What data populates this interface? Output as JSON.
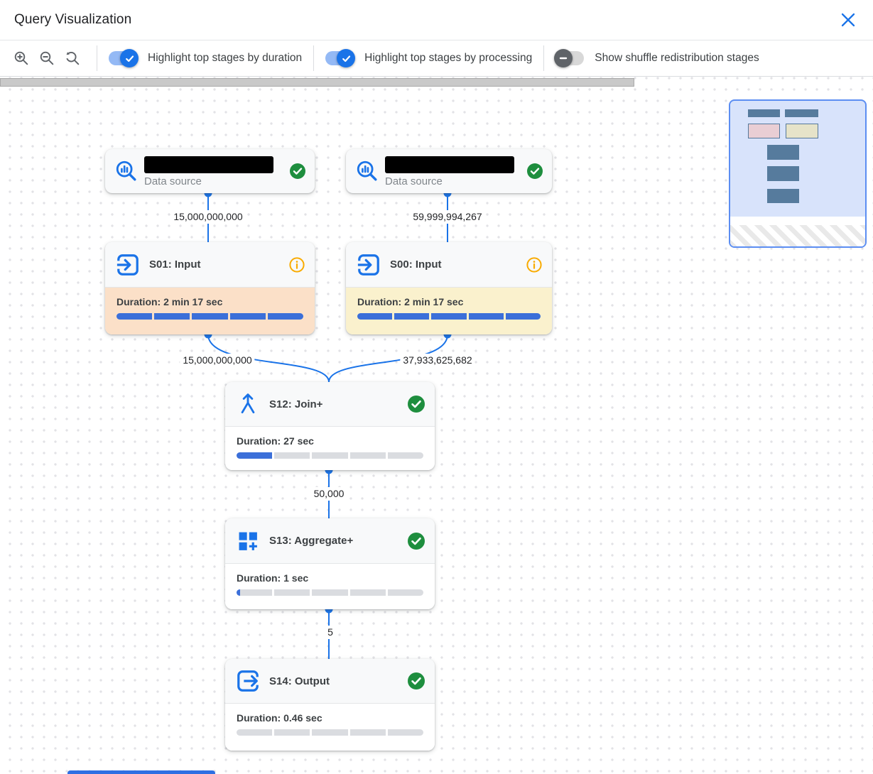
{
  "header": {
    "title": "Query Visualization"
  },
  "toolbar": {
    "zoom_controls": [
      "zoom-in",
      "zoom-out",
      "zoom-reset"
    ],
    "toggles": [
      {
        "label": "Highlight top stages by duration",
        "state": "on"
      },
      {
        "label": "Highlight top stages by processing",
        "state": "on"
      },
      {
        "label": "Show shuffle redistribution stages",
        "state": "off"
      }
    ]
  },
  "graph": {
    "data_sources": [
      {
        "label": "Data source",
        "name_redacted": true,
        "status": "completed"
      },
      {
        "label": "Data source",
        "name_redacted": true,
        "status": "completed"
      }
    ],
    "stages": [
      {
        "id": "S01",
        "title": "S01: Input",
        "duration": "Duration: 2 min 17 sec",
        "progress_pct": 100,
        "highlight": "duration",
        "badge": "info"
      },
      {
        "id": "S00",
        "title": "S00: Input",
        "duration": "Duration: 2 min 17 sec",
        "progress_pct": 100,
        "highlight": "processing",
        "badge": "info"
      },
      {
        "id": "S12",
        "title": "S12: Join+",
        "duration": "Duration: 27 sec",
        "progress_pct": 20,
        "highlight": "none",
        "badge": "completed"
      },
      {
        "id": "S13",
        "title": "S13: Aggregate+",
        "duration": "Duration: 1 sec",
        "progress_pct": 2,
        "highlight": "none",
        "badge": "completed"
      },
      {
        "id": "S14",
        "title": "S14: Output",
        "duration": "Duration: 0.46 sec",
        "progress_pct": 0,
        "highlight": "none",
        "badge": "completed"
      }
    ],
    "edges": [
      {
        "from": "data-source-1",
        "to": "S01",
        "rows": "15,000,000,000"
      },
      {
        "from": "data-source-2",
        "to": "S00",
        "rows": "59,999,994,267"
      },
      {
        "from": "S01",
        "to": "S12",
        "rows": "15,000,000,000"
      },
      {
        "from": "S00",
        "to": "S12",
        "rows": "37,933,625,682"
      },
      {
        "from": "S12",
        "to": "S13",
        "rows": "50,000"
      },
      {
        "from": "S13",
        "to": "S14",
        "rows": "5"
      }
    ]
  },
  "colors": {
    "accent_blue": "#1a73e8",
    "progress_blue": "#3b6fd9",
    "progress_gray": "#dadce0",
    "success_green": "#1e8e3e",
    "warning_orange": "#f9ab00",
    "duration_highlight": "#fbe0c8",
    "processing_highlight": "#faf1cd",
    "minimap_viewport": "#d8e3fb"
  }
}
